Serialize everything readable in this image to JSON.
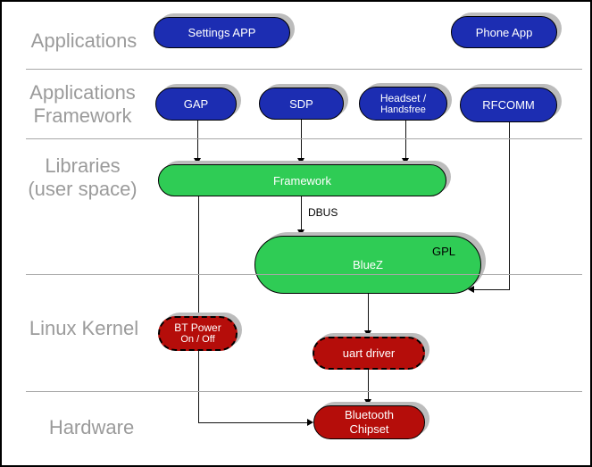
{
  "layers": {
    "applications": {
      "line1": "Applications"
    },
    "applications_framework": {
      "line1": "Applications",
      "line2": "Framework"
    },
    "libraries": {
      "line1": "Libraries",
      "line2": "(user space)"
    },
    "linux_kernel": {
      "line1": "Linux Kernel"
    },
    "hardware": {
      "line1": "Hardware"
    }
  },
  "nodes": {
    "settings_app": {
      "label": "Settings APP"
    },
    "phone_app": {
      "label": "Phone App"
    },
    "gap": {
      "label": "GAP"
    },
    "sdp": {
      "label": "SDP"
    },
    "headset_handsfree": {
      "line1": "Headset /",
      "line2": "Handsfree"
    },
    "rfcomm": {
      "label": "RFCOMM"
    },
    "framework": {
      "label": "Framework"
    },
    "bluez": {
      "label": "BlueZ",
      "badge": "GPL"
    },
    "bt_power": {
      "line1": "BT Power",
      "line2": "On / Off"
    },
    "uart_driver": {
      "label": "uart driver"
    },
    "bluetooth_chipset": {
      "line1": "Bluetooth",
      "line2": "Chipset"
    }
  },
  "edges": {
    "dbus_label": "DBUS"
  },
  "colors": {
    "application_node": "#1c2db2",
    "userspace_node": "#2fcc55",
    "kernel_node": "#b50d0a",
    "node_text": "#ffffff",
    "layer_label_text": "#9b9b9b",
    "node_shadow": "#bcbcbc",
    "separator_line": "#a8a8a8",
    "connector_line": "#000000"
  }
}
